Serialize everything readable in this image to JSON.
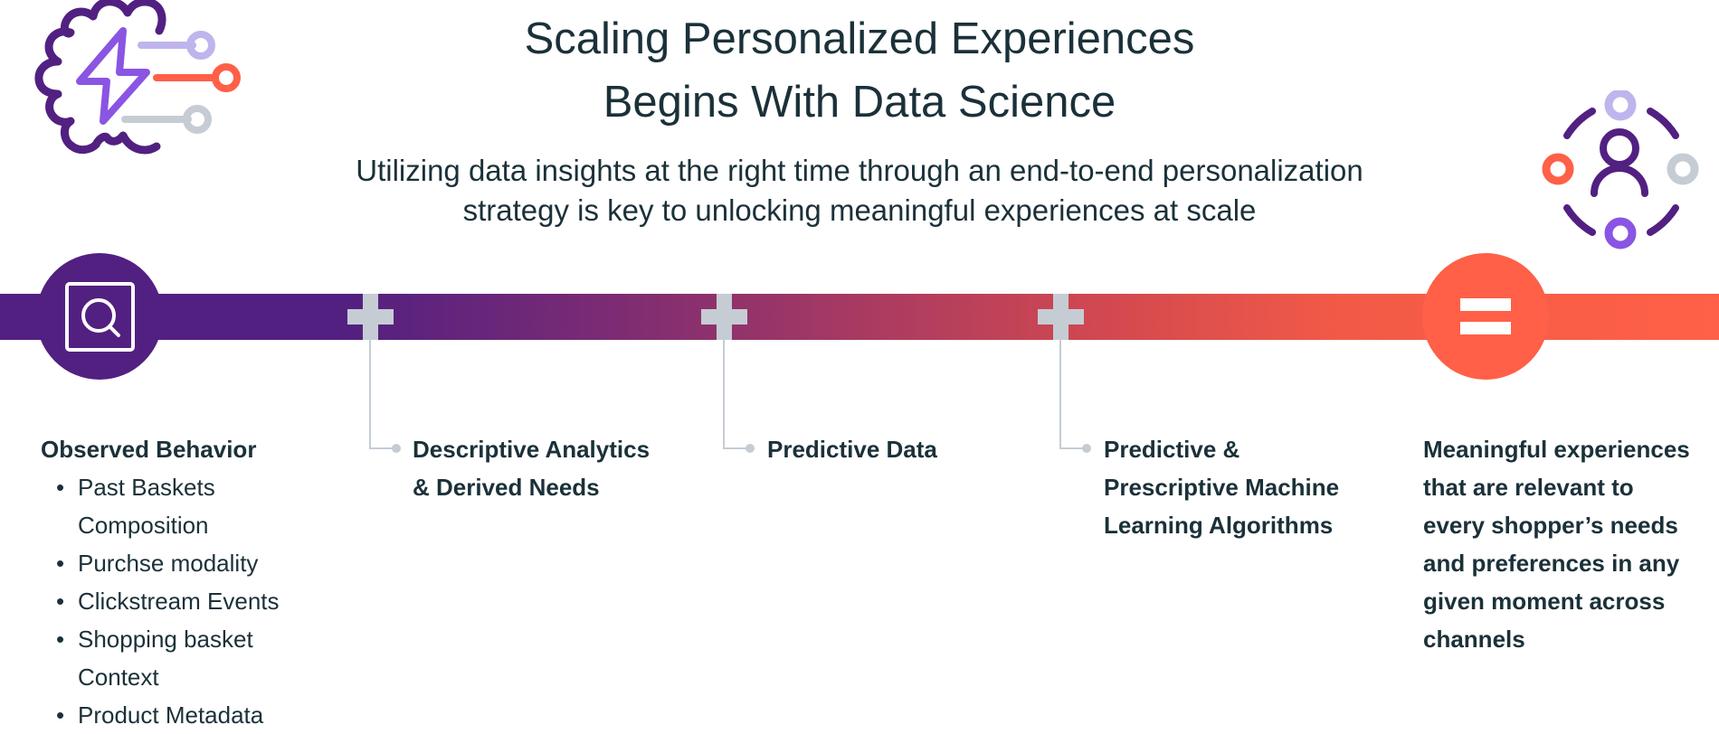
{
  "header": {
    "title_line1": "Scaling Personalized Experiences",
    "title_line2": "Begins With Data Science",
    "subtitle_line1": "Utilizing data insights at the right time through an end-to-end personalization",
    "subtitle_line2": "strategy is key to unlocking meaningful experiences at scale"
  },
  "colors": {
    "purple": "#522081",
    "coral": "#ff6047",
    "gray": "#c6ccd4",
    "lavender": "#bfb5ec",
    "violet": "#8a55e2",
    "text": "#1b3139"
  },
  "steps": [
    {
      "title": "Observed Behavior",
      "items": [
        "Past Baskets",
        "Composition",
        "Purchse modality",
        "Clickstream Events",
        "Shopping basket",
        "Context",
        "Product Metadata"
      ]
    },
    {
      "title_line1": "Descriptive Analytics",
      "title_line2": "& Derived Needs"
    },
    {
      "title_line1": "Predictive Data"
    },
    {
      "title_line1": "Predictive &",
      "title_line2": "Prescriptive Machine",
      "title_line3": "Learning Algorithms"
    },
    {
      "lines": [
        "Meaningful experiences",
        "that are relevant to",
        "every shopper’s needs",
        "and preferences in any",
        "given moment across",
        "channels"
      ]
    }
  ]
}
